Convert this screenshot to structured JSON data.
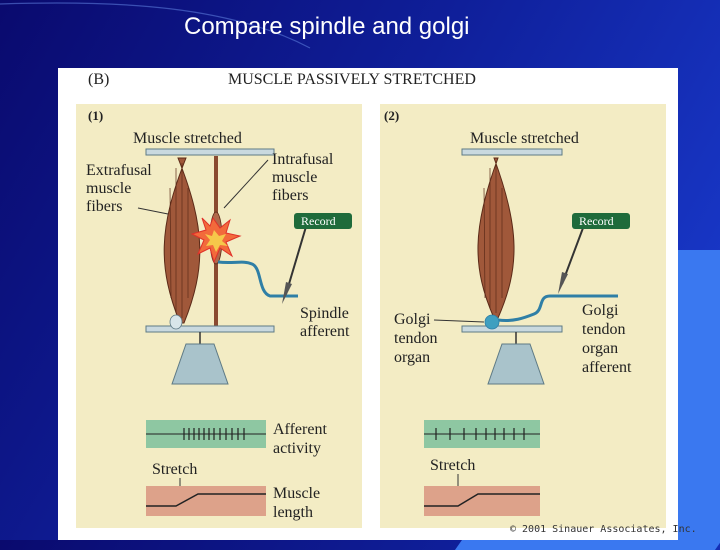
{
  "slide": {
    "title": "Compare spindle and golgi"
  },
  "figure": {
    "part_label": "(B)",
    "heading": "MUSCLE PASSIVELY STRETCHED",
    "copyright": "© 2001 Sinauer Associates, Inc.",
    "panel1": {
      "label": "(1)",
      "muscle_stretched": "Muscle stretched",
      "extrafusal": [
        "Extrafusal",
        "muscle",
        "fibers"
      ],
      "intrafusal": [
        "Intrafusal",
        "muscle",
        "fibers"
      ],
      "record": "Record",
      "spindle_afferent": [
        "Spindle",
        "afferent"
      ],
      "afferent_activity": [
        "Afferent",
        "activity"
      ],
      "stretch": "Stretch",
      "muscle_length": [
        "Muscle",
        "length"
      ]
    },
    "panel2": {
      "label": "(2)",
      "muscle_stretched": "Muscle stretched",
      "record": "Record",
      "golgi_tendon_organ": [
        "Golgi",
        "tendon",
        "organ"
      ],
      "golgi_afferent": [
        "Golgi",
        "tendon",
        "organ",
        "afferent"
      ],
      "stretch": "Stretch"
    }
  },
  "colors": {
    "panel_bg": "#f3ecc4",
    "activity_bar": "#8ec7a2",
    "length_bar": "#dda28a",
    "muscle": "#a0583a",
    "nerve": "#2f7fa6",
    "record_box": "#1f6b3b",
    "weight": "#a9c3cb"
  }
}
